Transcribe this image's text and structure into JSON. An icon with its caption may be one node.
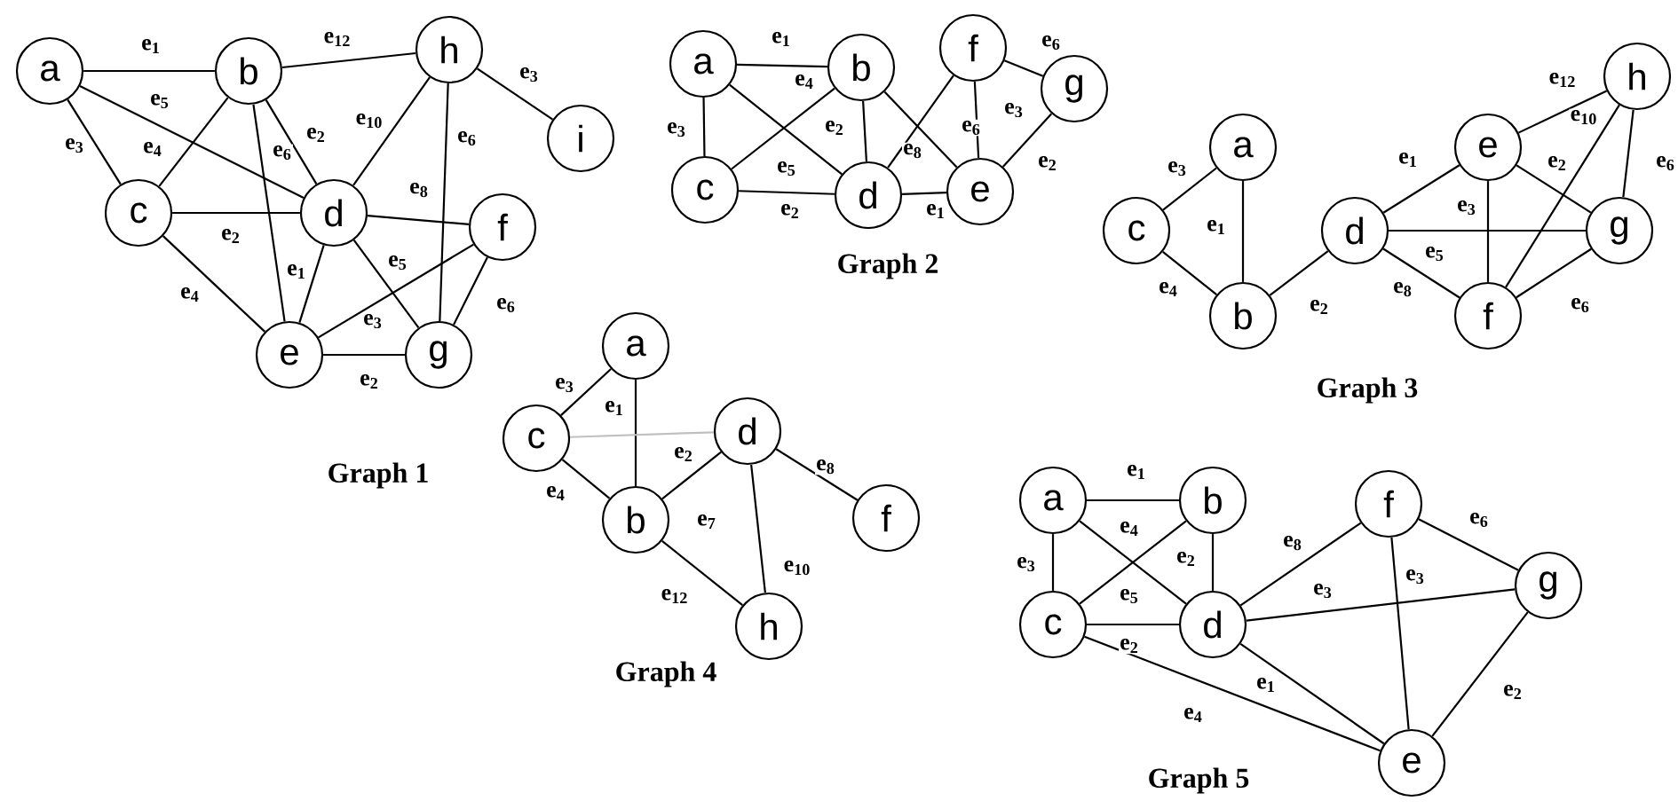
{
  "diagram": {
    "nodes": [
      {
        "text": [
          "a"
        ]
      },
      {
        "text": [
          "b"
        ]
      },
      {
        "text": [
          "h"
        ]
      },
      {
        "text": [
          "i"
        ]
      },
      {
        "text": [
          "c"
        ]
      },
      {
        "text": [
          "d"
        ]
      },
      {
        "text": [
          "f"
        ]
      },
      {
        "text": [
          "e"
        ]
      },
      {
        "text": [
          "g"
        ]
      },
      {
        "text": [
          "a"
        ]
      },
      {
        "text": [
          "b"
        ]
      },
      {
        "text": [
          "f"
        ]
      },
      {
        "text": [
          "g"
        ]
      },
      {
        "text": [
          "c"
        ]
      },
      {
        "text": [
          "d"
        ]
      },
      {
        "text": [
          "e"
        ]
      },
      {
        "text": [
          "a"
        ]
      },
      {
        "text": [
          "c"
        ]
      },
      {
        "text": [
          "b"
        ]
      },
      {
        "text": [
          "d"
        ]
      },
      {
        "text": [
          "e"
        ]
      },
      {
        "text": [
          "h"
        ]
      },
      {
        "text": [
          "g"
        ]
      },
      {
        "text": [
          "f"
        ]
      },
      {
        "text": [
          "a"
        ]
      },
      {
        "text": [
          "c"
        ]
      },
      {
        "text": [
          "d"
        ]
      },
      {
        "text": [
          "b"
        ]
      },
      {
        "text": [
          "f"
        ]
      },
      {
        "text": [
          "h"
        ]
      },
      {
        "text": [
          "a"
        ]
      },
      {
        "text": [
          "b"
        ]
      },
      {
        "text": [
          "f"
        ]
      },
      {
        "text": [
          "g"
        ]
      },
      {
        "text": [
          "c"
        ]
      },
      {
        "text": [
          "d"
        ]
      },
      {
        "text": [
          "e"
        ]
      }
    ],
    "edges": [
      {
        "from": 0,
        "to": 1,
        "arrow": "none",
        "label": "e$_{1}$"
      },
      {
        "from": 0,
        "to": 4,
        "arrow": "none",
        "label": "e$_{3}$"
      },
      {
        "from": 0,
        "to": 5,
        "arrow": "none",
        "label": "e$_{5}$"
      },
      {
        "from": 1,
        "to": 4,
        "arrow": "none",
        "label": "e$_{4}$"
      },
      {
        "from": 1,
        "to": 7,
        "arrow": "none",
        "label": "e$_{6}$"
      },
      {
        "from": 1,
        "to": 5,
        "arrow": "none",
        "label": "e$_{2}$"
      },
      {
        "from": 1,
        "to": 2,
        "arrow": "none",
        "label": "e$_{12}$"
      },
      {
        "from": 2,
        "to": 3,
        "arrow": "none",
        "label": "e$_{3}$"
      },
      {
        "from": 2,
        "to": 5,
        "arrow": "none",
        "label": "e$_{10}$"
      },
      {
        "from": 2,
        "to": 8,
        "arrow": "none",
        "label": "e$_{6}$"
      },
      {
        "from": 4,
        "to": 5,
        "arrow": "none",
        "label": "e$_{2}$"
      },
      {
        "from": 4,
        "to": 7,
        "arrow": "none",
        "label": "e$_{4}$"
      },
      {
        "from": 5,
        "to": 6,
        "arrow": "none",
        "label": "e$_{8}$"
      },
      {
        "from": 5,
        "to": 7,
        "arrow": "none",
        "label": "e$_{1}$"
      },
      {
        "from": 5,
        "to": 8,
        "arrow": "none",
        "label": "e$_{5}$"
      },
      {
        "from": 7,
        "to": 6,
        "arrow": "none",
        "label": "e$_{3}$"
      },
      {
        "from": 7,
        "to": 8,
        "arrow": "none",
        "label": "e$_{2}$"
      },
      {
        "from": 6,
        "to": 8,
        "arrow": "none",
        "label": "e$_{6}$"
      },
      {
        "from": 9,
        "to": 10,
        "arrow": "none",
        "label": "e$_{1}$"
      },
      {
        "from": 9,
        "to": 13,
        "arrow": "none",
        "label": "e$_{3}$"
      },
      {
        "from": 9,
        "to": 14,
        "arrow": "none",
        "label": "e$_{5}$"
      },
      {
        "from": 13,
        "to": 10,
        "arrow": "none",
        "label": "e$_{4}$"
      },
      {
        "from": 10,
        "to": 14,
        "arrow": "none",
        "label": "e$_{2}$"
      },
      {
        "from": 13,
        "to": 14,
        "arrow": "none",
        "label": "e$_{2}$"
      },
      {
        "from": 10,
        "to": 15,
        "arrow": "none",
        "label": "e$_{6}$"
      },
      {
        "from": 14,
        "to": 11,
        "arrow": "none",
        "label": "e$_{8}$"
      },
      {
        "from": 14,
        "to": 15,
        "arrow": "none",
        "label": "e$_{1}$"
      },
      {
        "from": 11,
        "to": 15,
        "arrow": "none",
        "label": "e$_{3}$"
      },
      {
        "from": 11,
        "to": 12,
        "arrow": "none",
        "label": "e$_{6}$"
      },
      {
        "from": 12,
        "to": 15,
        "arrow": "none",
        "label": "e$_{2}$"
      },
      {
        "from": 16,
        "to": 17,
        "arrow": "none",
        "label": "e$_{3}$"
      },
      {
        "from": 16,
        "to": 18,
        "arrow": "none",
        "label": "e$_{1}$"
      },
      {
        "from": 17,
        "to": 18,
        "arrow": "none",
        "label": "e$_{4}$"
      },
      {
        "from": 18,
        "to": 19,
        "arrow": "none",
        "label": "e$_{2}$"
      },
      {
        "from": 19,
        "to": 20,
        "arrow": "none",
        "label": "e$_{1}$"
      },
      {
        "from": 19,
        "to": 22,
        "arrow": "none",
        "label": "e$_{5}$"
      },
      {
        "from": 19,
        "to": 23,
        "arrow": "none",
        "label": "e$_{8}$"
      },
      {
        "from": 20,
        "to": 23,
        "arrow": "none",
        "label": "e$_{3}$"
      },
      {
        "from": 20,
        "to": 22,
        "arrow": "none",
        "label": "e$_{2}$"
      },
      {
        "from": 20,
        "to": 21,
        "arrow": "none",
        "label": "e$_{12}$"
      },
      {
        "from": 21,
        "to": 23,
        "arrow": "none",
        "label": "e$_{10}$"
      },
      {
        "from": 21,
        "to": 22,
        "arrow": "none",
        "label": "e$_{6}$"
      },
      {
        "from": 22,
        "to": 23,
        "arrow": "none",
        "label": "e$_{6}$"
      },
      {
        "from": 24,
        "to": 25,
        "arrow": "none",
        "label": "e$_{3}$"
      },
      {
        "from": 24,
        "to": 27,
        "arrow": "none",
        "label": "e$_{1}$"
      },
      {
        "from": 25,
        "to": 26,
        "arrow": "none",
        "label": "e$_{2}$",
        "color": "#c0c0c0"
      },
      {
        "from": 25,
        "to": 27,
        "arrow": "none",
        "label": "e$_{4}$"
      },
      {
        "from": 27,
        "to": 26,
        "arrow": "none",
        "label": "e$_{7}$"
      },
      {
        "from": 26,
        "to": 28,
        "arrow": "none",
        "label": "e$_{8}$"
      },
      {
        "from": 26,
        "to": 29,
        "arrow": "none",
        "label": "e$_{10}$"
      },
      {
        "from": 27,
        "to": 29,
        "arrow": "none",
        "label": "e$_{12}$"
      },
      {
        "from": 30,
        "to": 31,
        "arrow": "none",
        "label": "e$_{1}$"
      },
      {
        "from": 30,
        "to": 34,
        "arrow": "none",
        "label": "e$_{3}$"
      },
      {
        "from": 34,
        "to": 31,
        "arrow": "none",
        "label": "e$_{4}$"
      },
      {
        "from": 31,
        "to": 35,
        "arrow": "none",
        "label": "e$_{2}$"
      },
      {
        "from": 30,
        "to": 35,
        "arrow": "none",
        "label": "e$_{5}$"
      },
      {
        "from": 34,
        "to": 35,
        "arrow": "none",
        "label": "e$_{2}$"
      },
      {
        "from": 34,
        "to": 36,
        "arrow": "none",
        "label": "e$_{4}$"
      },
      {
        "from": 35,
        "to": 32,
        "arrow": "none",
        "label": "e$_{8}$"
      },
      {
        "from": 35,
        "to": 33,
        "arrow": "none",
        "label": "e$_{3}$"
      },
      {
        "from": 32,
        "to": 36,
        "arrow": "none",
        "label": "e$_{3}$"
      },
      {
        "from": 32,
        "to": 33,
        "arrow": "none",
        "label": "e$_{6}$"
      },
      {
        "from": 33,
        "to": 36,
        "arrow": "none",
        "label": "e$_{2}$"
      },
      {
        "from": 35,
        "to": 36,
        "arrow": "none",
        "label": "e$_{1}$"
      }
    ],
    "labels": [
      "Graph 1",
      "Graph 2",
      "Graph 3",
      "Graph 4",
      "Graph 5"
    ]
  }
}
